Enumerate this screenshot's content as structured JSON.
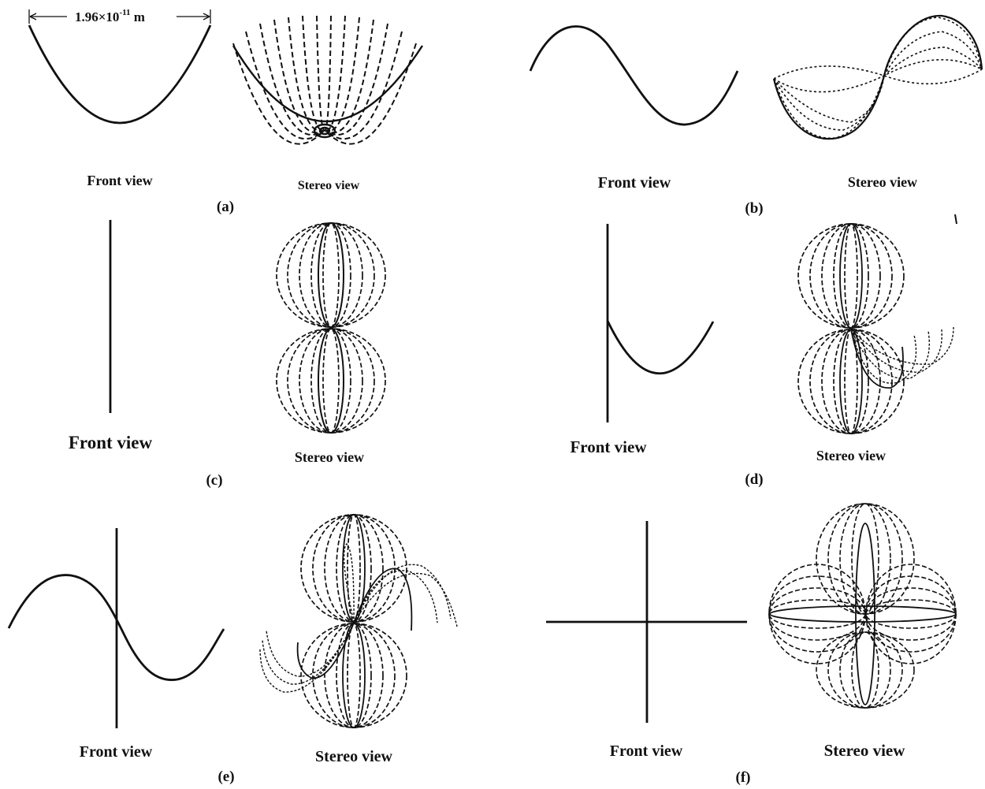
{
  "figure": {
    "dimension_label": "1.96×10",
    "dimension_exponent": "-11",
    "dimension_unit": " m",
    "panels": [
      {
        "id": "a",
        "label": "(a)",
        "front_label": "Front view",
        "stereo_label": "Stereo view"
      },
      {
        "id": "b",
        "label": "(b)",
        "front_label": "Front view",
        "stereo_label": "Stereo view"
      },
      {
        "id": "c",
        "label": "(c)",
        "front_label": "Front view",
        "stereo_label": "Stereo view"
      },
      {
        "id": "d",
        "label": "(d)",
        "front_label": "Front view",
        "stereo_label": "Stereo view"
      },
      {
        "id": "e",
        "label": "(e)",
        "front_label": "Front view",
        "stereo_label": "Stereo view"
      },
      {
        "id": "f",
        "label": "(f)",
        "front_label": "Front view",
        "stereo_label": "Stereo view"
      }
    ]
  },
  "colors": {
    "ink": "#111111",
    "background": "#ffffff"
  }
}
